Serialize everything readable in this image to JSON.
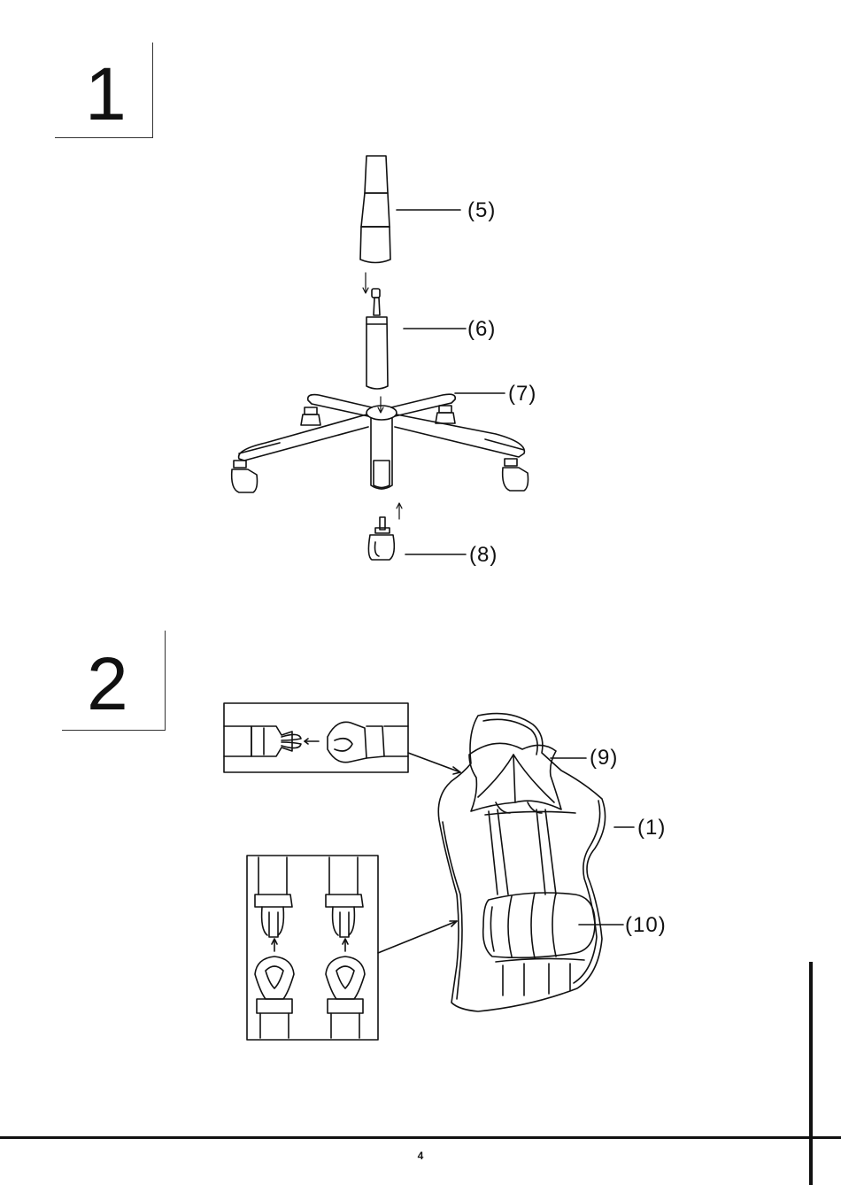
{
  "steps": [
    {
      "number": "1"
    },
    {
      "number": "2"
    }
  ],
  "step1": {
    "labels": {
      "p5": "(5)",
      "p6": "(6)",
      "p7": "(7)",
      "p8": "(8)"
    }
  },
  "step2": {
    "labels": {
      "p9": "(9)",
      "p1": "(1)",
      "p10": "(10)"
    }
  },
  "footer": {
    "page_number": "4"
  }
}
